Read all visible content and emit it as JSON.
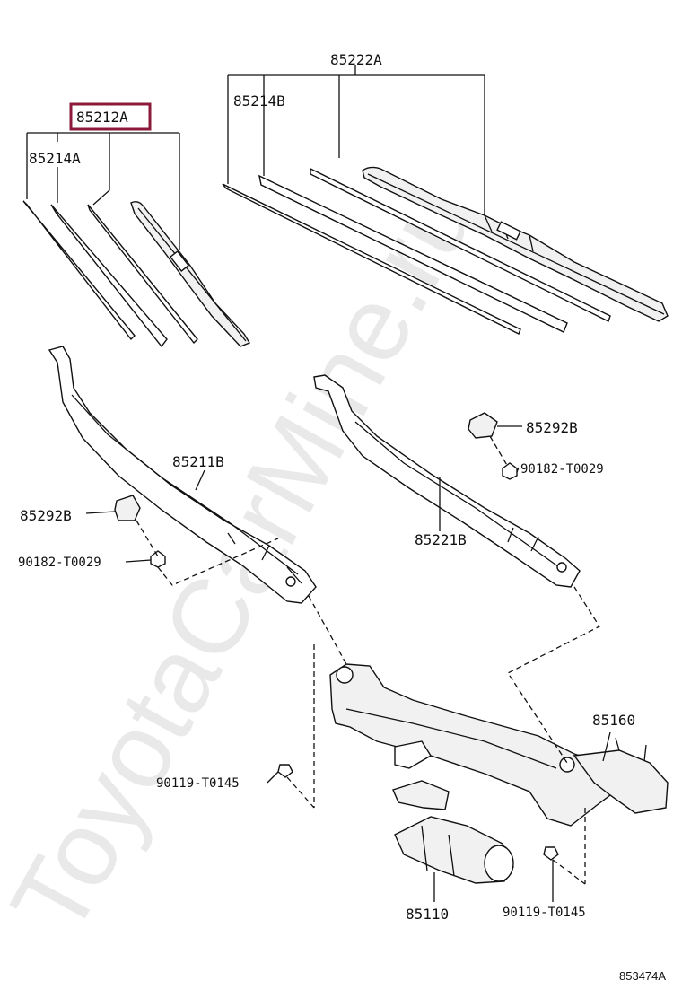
{
  "watermark": "ToyotaCarMine.ru",
  "highlight_color": "#8b1a3a",
  "figure_code": "853474A",
  "labels": {
    "p85222A": "85222A",
    "p85214B": "85214B",
    "p85212A": "85212A",
    "p85214A": "85214A",
    "p85211B": "85211B",
    "p85221B": "85221B",
    "p85292B_left": "85292B",
    "p85292B_right": "85292B",
    "p90182_left": "90182-T0029",
    "p90182_right": "90182-T0029",
    "p85160": "85160",
    "p90119_left": "90119-T0145",
    "p90119_right": "90119-T0145",
    "p85110": "85110"
  }
}
